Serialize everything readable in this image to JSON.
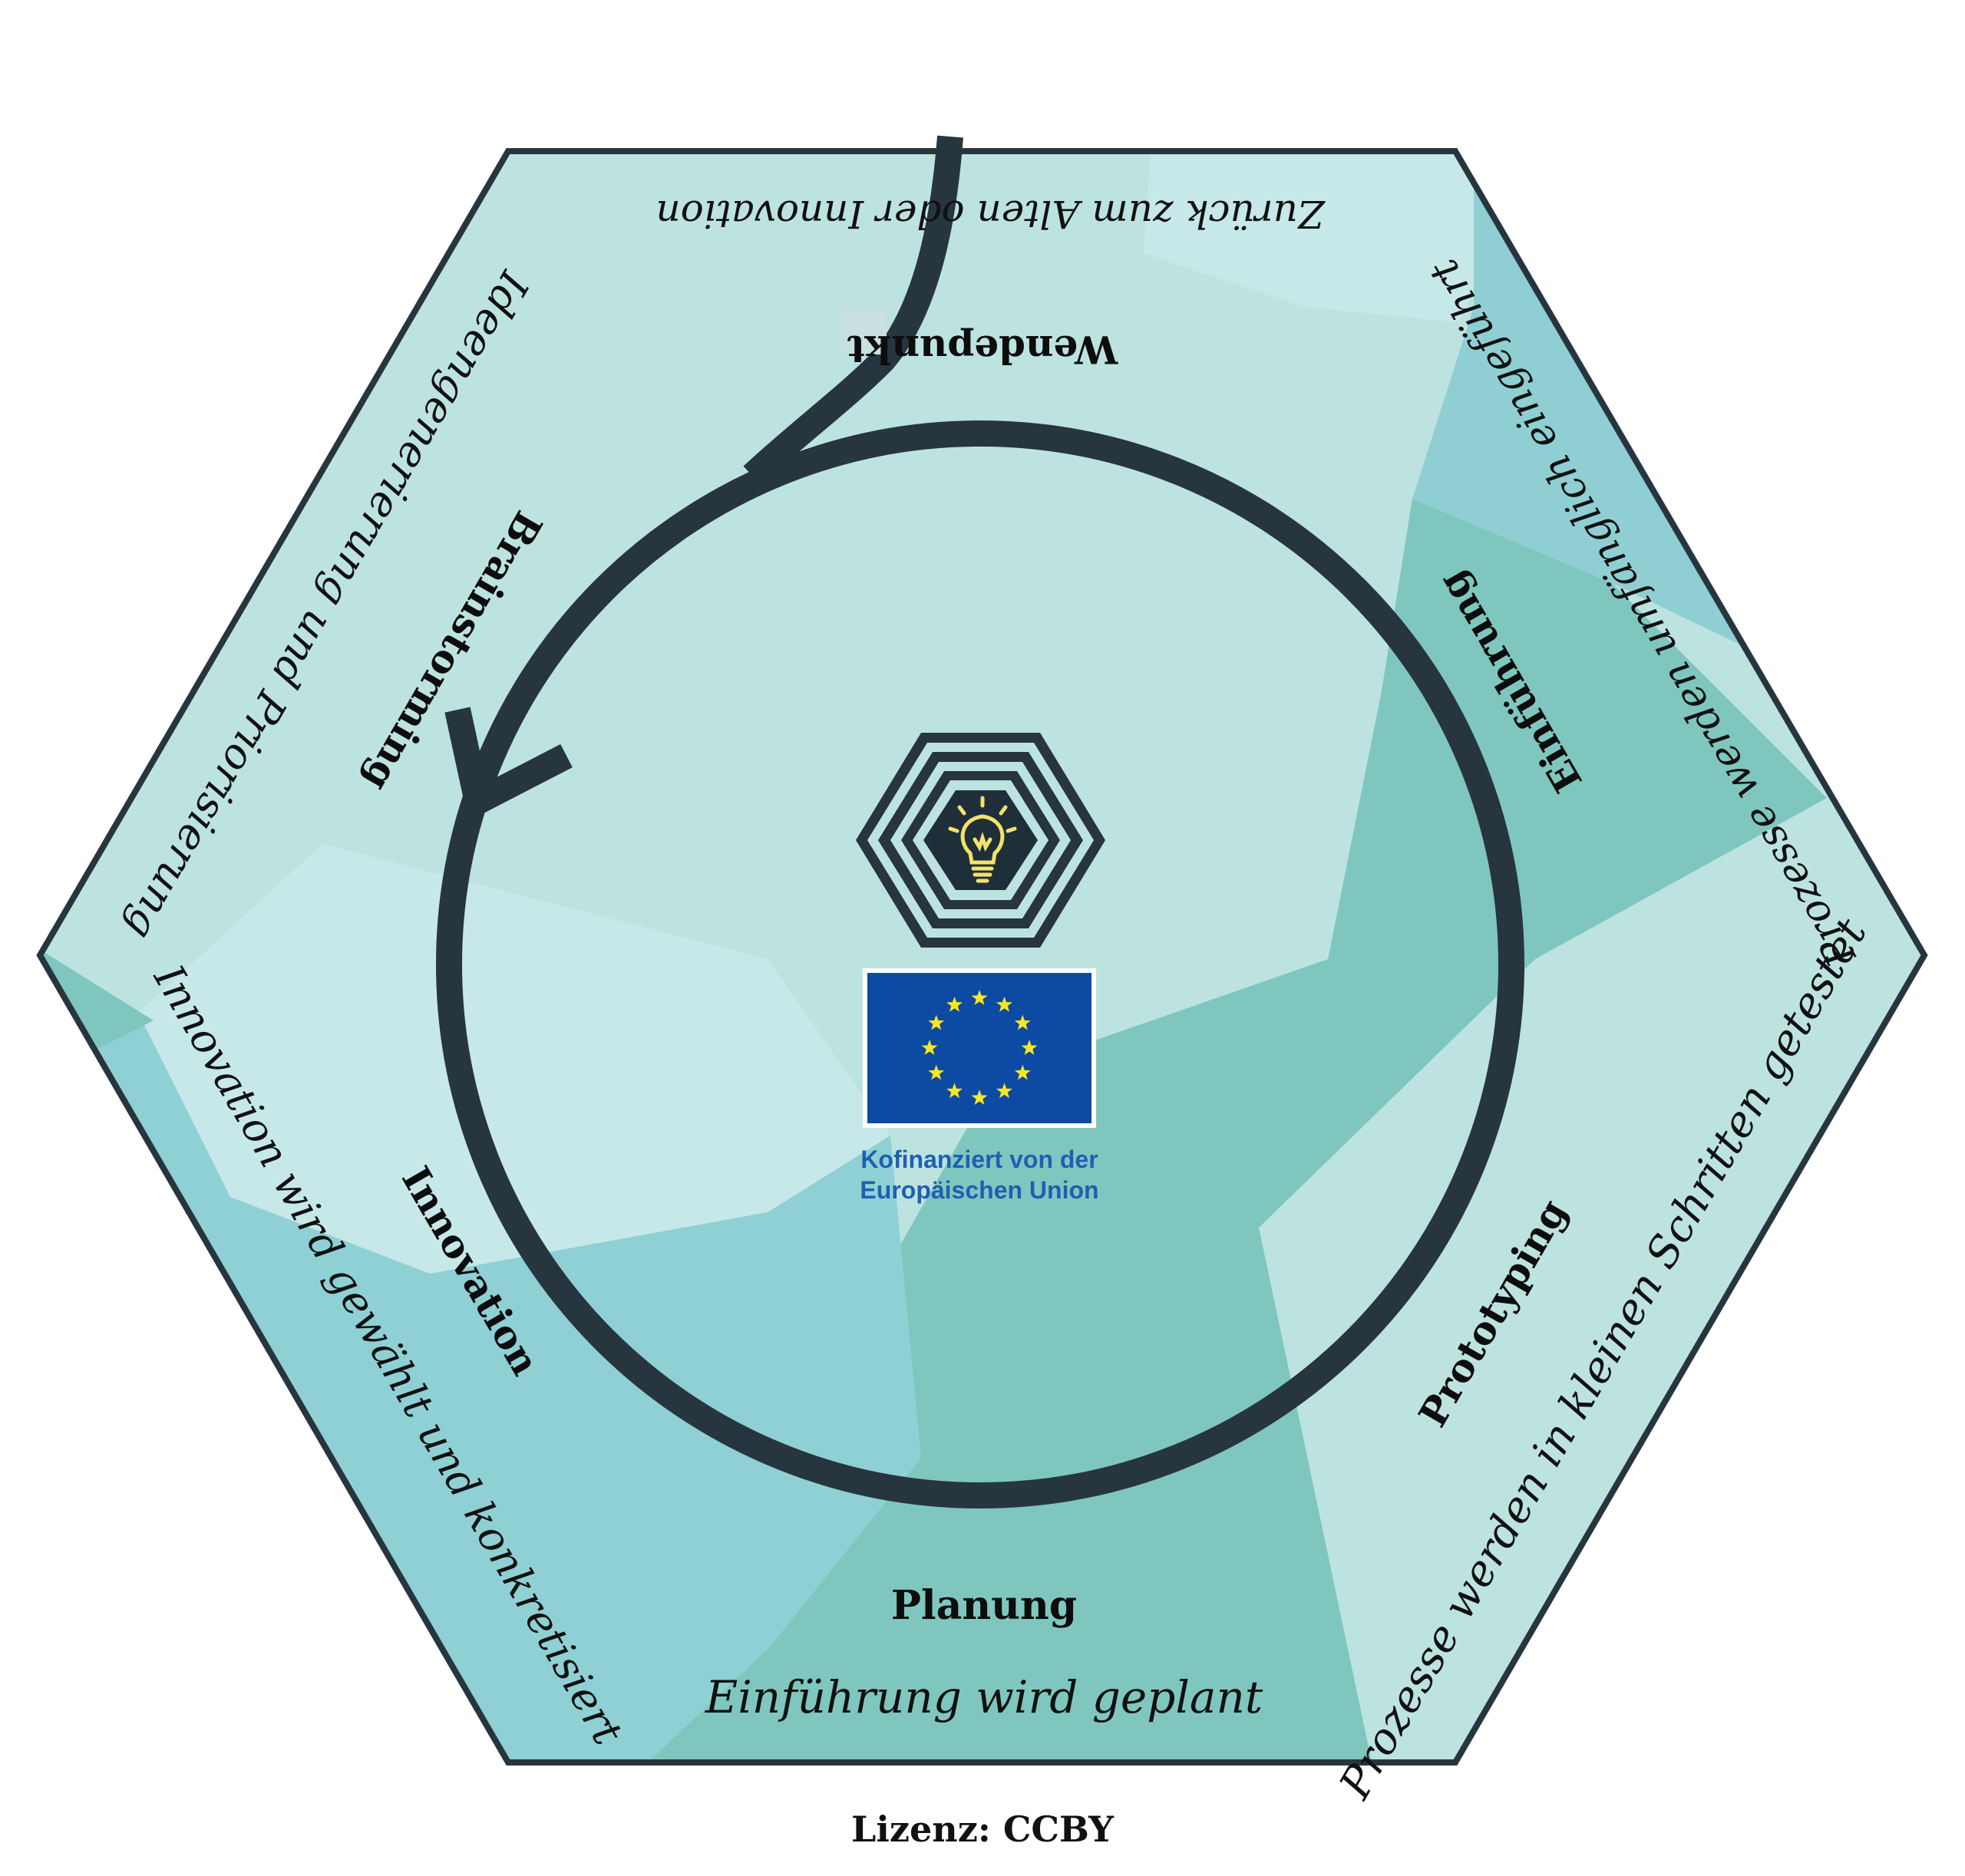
{
  "colors": {
    "outline": "#27353f",
    "base": "#bde3e0",
    "pale": "#c8e8e9",
    "teal_mid": "#7fc7be",
    "teal_blue": "#8fd0d4",
    "eu_blue": "#0d4aa3",
    "eu_star": "#f7e623",
    "bulb": "#f3e36b"
  },
  "center": {
    "icon": "lightbulb-icon",
    "flag_icon": "eu-flag-icon",
    "eu_caption_line1": "Kofinanziert von der",
    "eu_caption_line2": "Europäischen Union"
  },
  "stages": [
    {
      "heading": "Wendepunkt",
      "description": "Zurück zum Alten oder Innovation"
    },
    {
      "heading": "Einführung",
      "description": "Prozesse werden umfänglich eingeführt"
    },
    {
      "heading": "Prototyping",
      "description": "Prozesse werden in kleinen Schritten getestet"
    },
    {
      "heading": "Planung",
      "description": "Einführung wird geplant"
    },
    {
      "heading": "Innovation",
      "description": "Innovation wird gewählt und konkretisiert"
    },
    {
      "heading": "Brainstorming",
      "description": "Ideengenerierung und Priorisierung"
    }
  ],
  "footer": {
    "license": "Lizenz: CCBY"
  }
}
